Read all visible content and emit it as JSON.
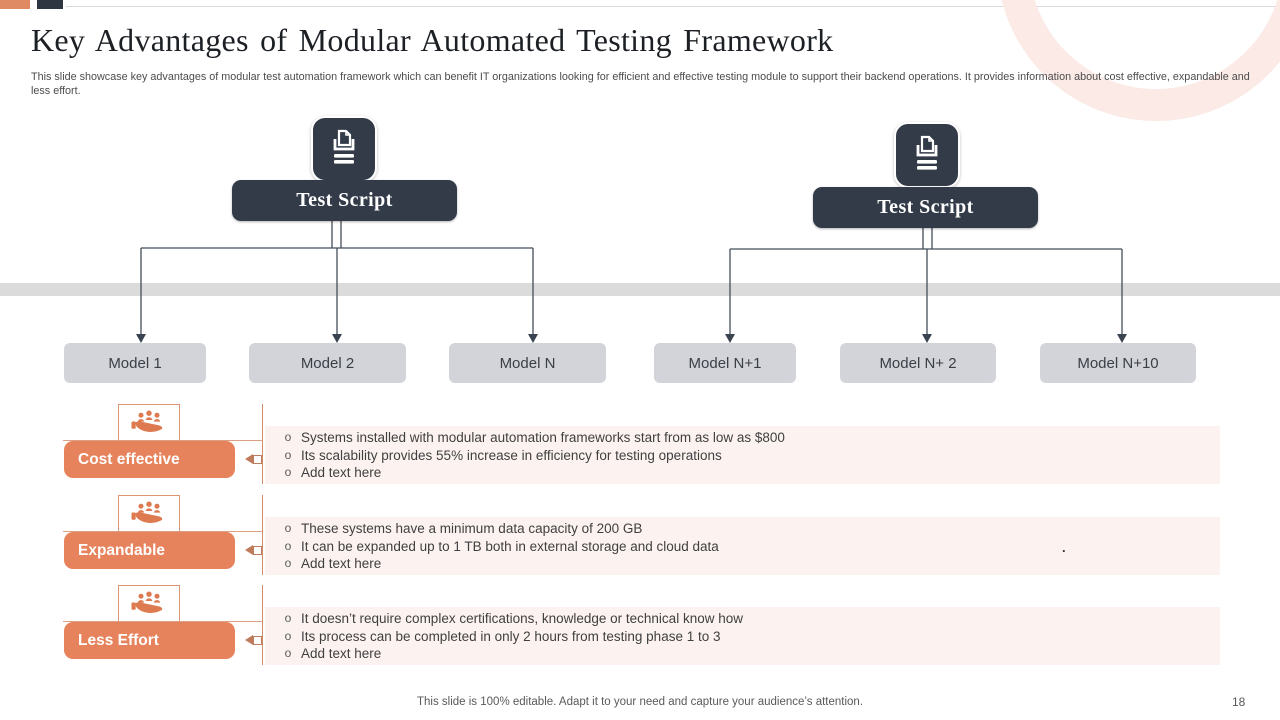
{
  "header": {
    "title": "Key Advantages of Modular Automated Testing Framework",
    "subtitle": "This slide showcase key advantages of modular test automation  framework which can benefit IT organizations looking for efficient and effective testing module to support their backend operations. It provides information about cost effective, expandable and less effort."
  },
  "diagram": {
    "test_script_left": "Test Script",
    "test_script_right": "Test Script",
    "models": [
      "Model 1",
      "Model 2",
      "Model N",
      "Model N+1",
      "Model N+ 2",
      "Model N+10"
    ]
  },
  "advantages": [
    {
      "label": "Cost effective",
      "bullets": [
        "Systems installed with modular automation frameworks start from as low as $800",
        "Its scalability provides 55% increase in efficiency for testing operations",
        "Add text here"
      ]
    },
    {
      "label": "Expandable",
      "bullets": [
        "These systems have a minimum data capacity of 200 GB",
        "It can be expanded up to 1 TB both in external storage and cloud data",
        "Add text here"
      ]
    },
    {
      "label": "Less Effort",
      "bullets": [
        "It doesn’t require complex certifications, knowledge or technical know how",
        "Its process can be completed in only 2 hours from testing phase 1 to 3",
        "Add text here"
      ]
    }
  ],
  "bullet_marker": "o",
  "stray_mark": ".",
  "footer": {
    "note": "This slide is 100% editable. Adapt it to your need and capture your audience’s attention.",
    "page_number": "18"
  },
  "colors": {
    "accent_orange": "#E6835C",
    "dark_navy": "#333B49",
    "model_gray": "#D2D4D9",
    "band_gray": "#DBDBDB",
    "bullet_bg": "#FCF3F0",
    "ring_peach": "#FBEAE6",
    "connector_gray": "#454E5A",
    "connector_orange": "#D08A6A"
  }
}
